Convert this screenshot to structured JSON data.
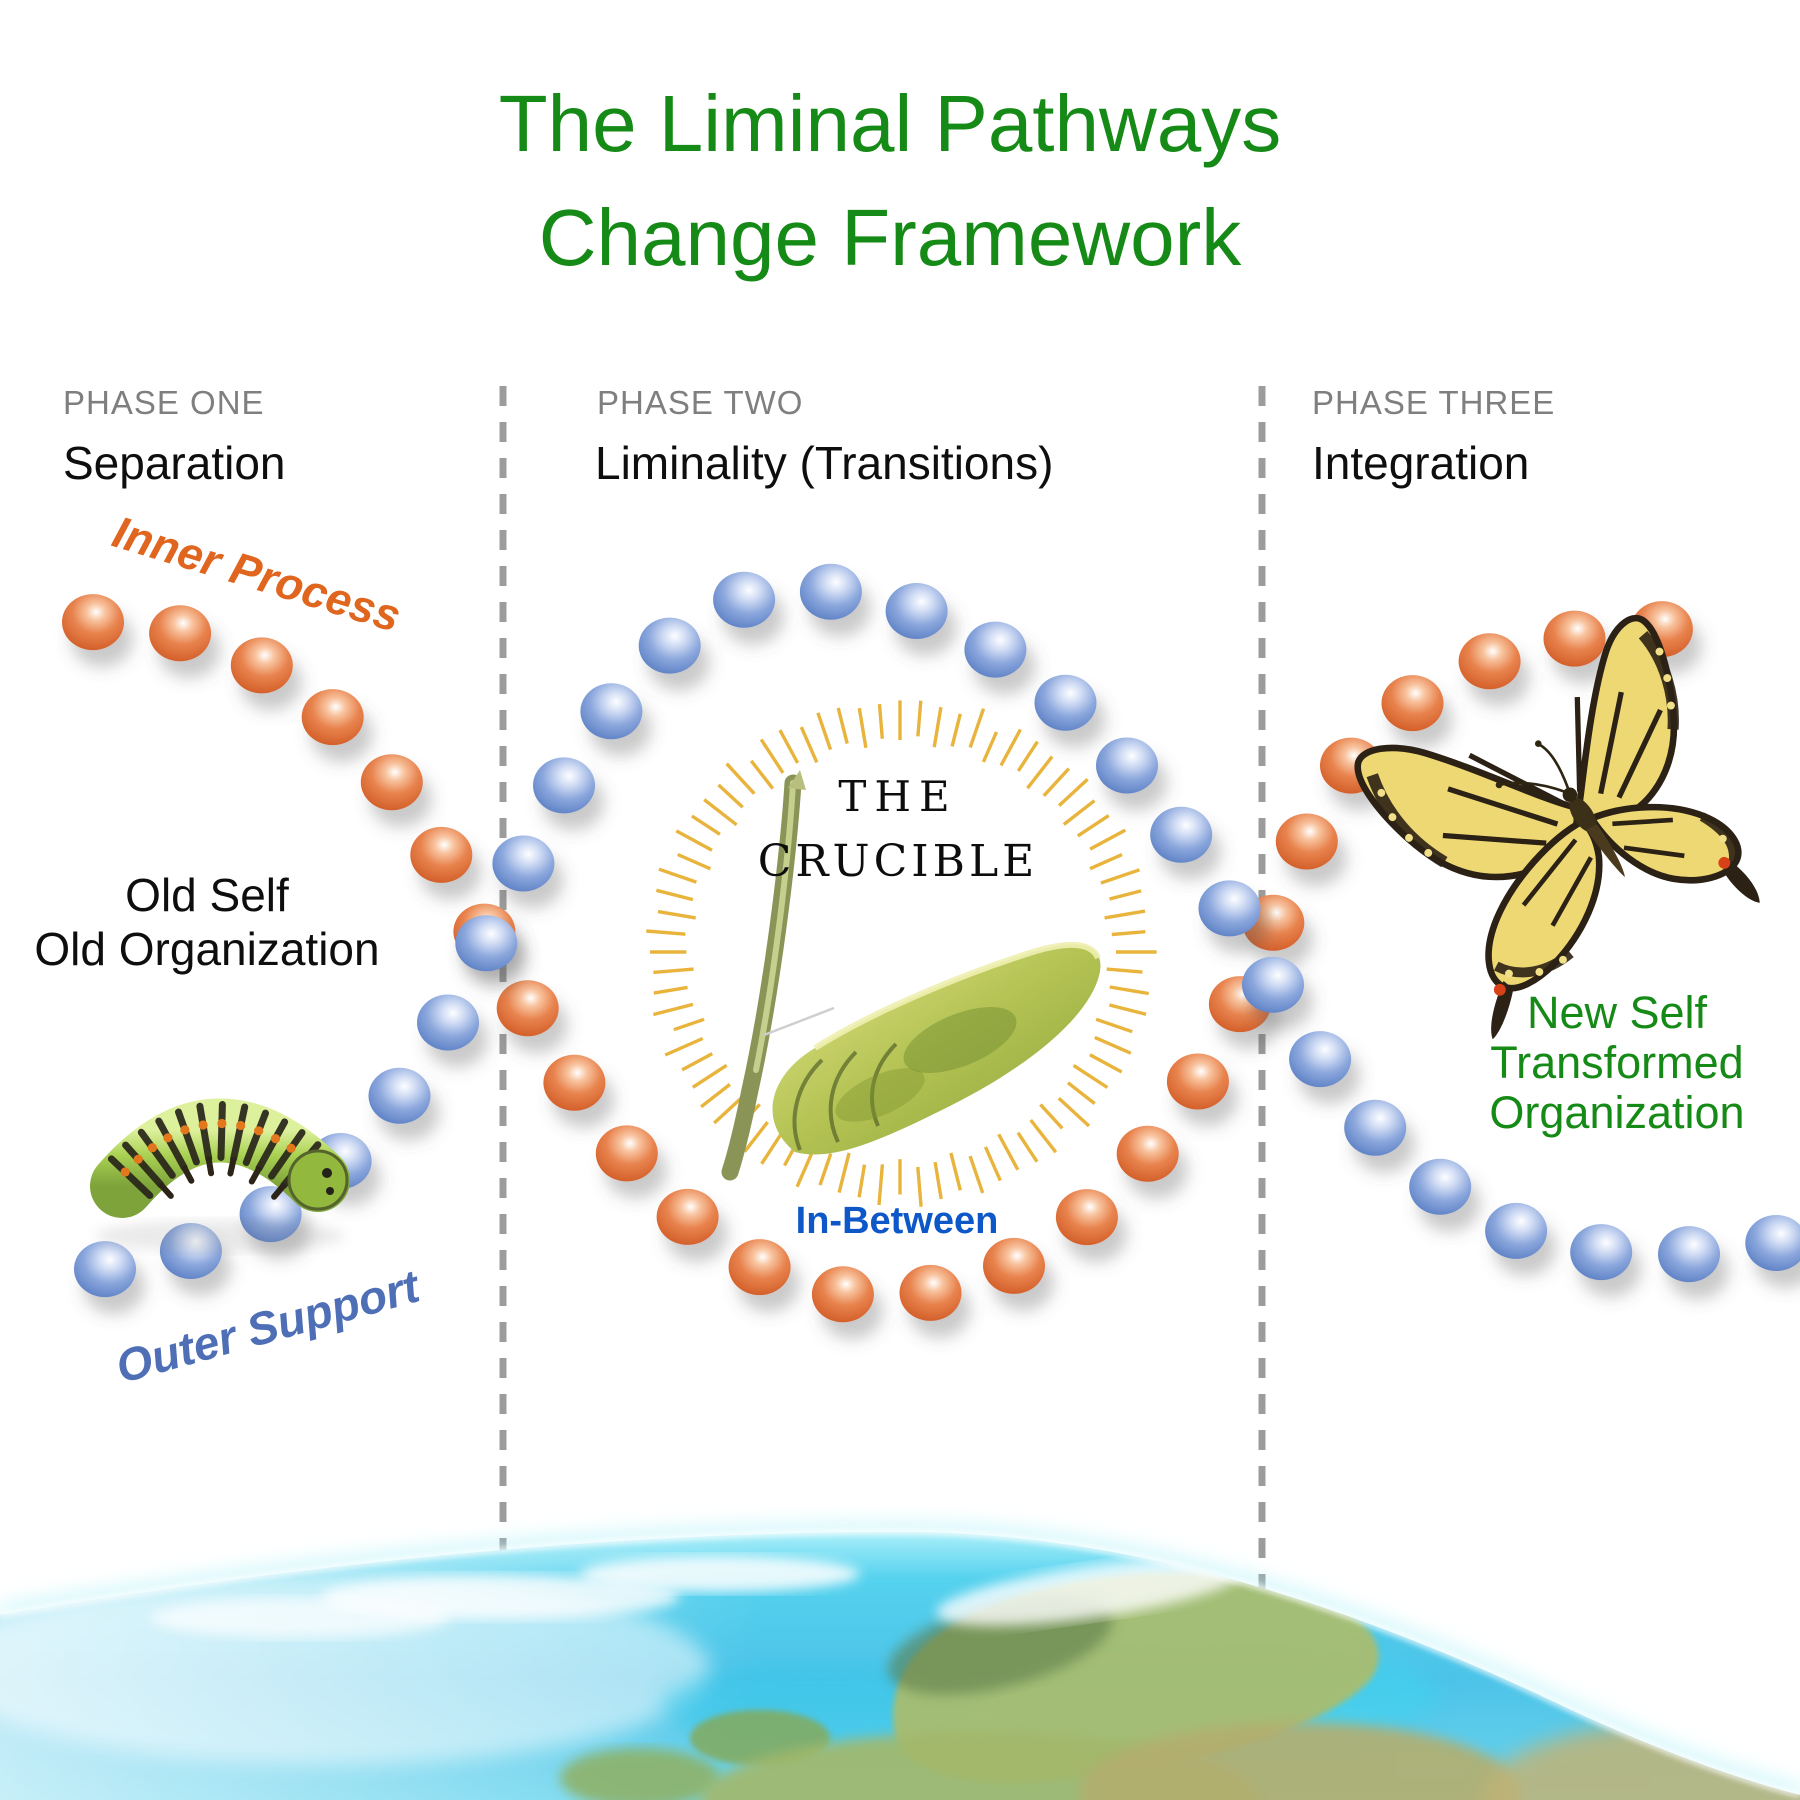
{
  "title": {
    "line1": "The Liminal Pathways",
    "line2": "Change Framework"
  },
  "phases": [
    {
      "kicker": "PHASE ONE",
      "name": "Separation"
    },
    {
      "kicker": "PHASE TWO",
      "name": "Liminality (Transitions)"
    },
    {
      "kicker": "PHASE THREE",
      "name": "Integration"
    }
  ],
  "labels": {
    "inner_process": "Inner Process",
    "outer_support": "Outer Support",
    "old_state_line1": "Old Self",
    "old_state_line2": "Old Organization",
    "new_state_line1": "New Self",
    "new_state_line2": "Transformed",
    "new_state_line3": "Organization",
    "crucible_line1": "THE",
    "crucible_line2": "CRUCIBLE",
    "in_between": "In-Between"
  },
  "illustrations": {
    "caterpillar": "caterpillar",
    "chrysalis": "chrysalis",
    "butterfly": "butterfly",
    "earth": "earth-horizon"
  },
  "colors": {
    "green": "#168a16",
    "phase_gray": "#7f7f7f",
    "text_black": "#0e0e0e",
    "inner_orange": "#e0661f",
    "outer_blue": "#4e6fb6",
    "in_between_blue": "#0d57c8",
    "crucible_black": "#0d0d0d",
    "bead_orange": "#d4602a",
    "bead_blue": "#5b7fc4",
    "tick_gold": "#e9b43c",
    "divider_gray": "#9c9c9c"
  }
}
